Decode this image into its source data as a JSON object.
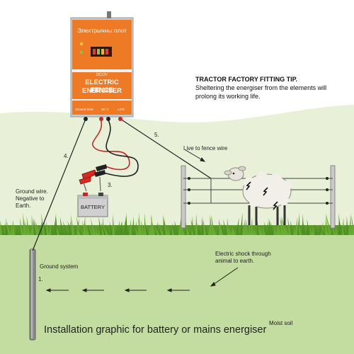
{
  "tip": {
    "title": "TRACTOR FACTORY FITTING TIP.",
    "body": "Sheltering the energiser from the elements will prolong its working life."
  },
  "device": {
    "brand_text": "Электрычны плот",
    "model_text": "DC12V",
    "title_line1": "ELECTRIC FENCE",
    "title_line2": "ENERGISER",
    "terminal_labels": [
      "Ground Wire",
      "DC V",
      "LIVE"
    ]
  },
  "labels": {
    "battery": "BATTERY",
    "step_1": "1.",
    "step_3": "3.",
    "step_4": "4.",
    "step_5": "5.",
    "live_to_fence": "Live to fence wire",
    "ground_wire": "Ground wire. Negative to Earth.",
    "ground_system": "Ground system",
    "electric_shock": "Electric shock through animal to earth.",
    "moist_soil": "Moist soil",
    "caption": "Installation graphic for battery or mains energiser"
  },
  "colors": {
    "device_orange": "#ee7a26",
    "sky": "#ffffff",
    "hill": "#e4efd0",
    "soil": "#bfd99a",
    "grass": "#5a9a2a",
    "red_clamp": "#d8281f"
  }
}
